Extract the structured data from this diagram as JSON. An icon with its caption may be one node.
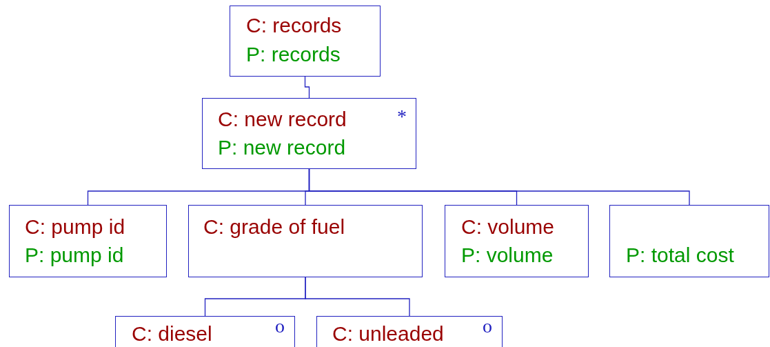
{
  "diagram": {
    "nodes": [
      {
        "text": [
          "C: records",
          "P: records"
        ]
      },
      {
        "text": [
          "C: new record",
          "P: new record",
          "*"
        ]
      },
      {
        "text": [
          "C: pump id",
          "P: pump id"
        ]
      },
      {
        "text": [
          "C: grade of fuel"
        ]
      },
      {
        "text": [
          "C: volume",
          "P: volume"
        ]
      },
      {
        "text": [
          "P: total cost"
        ]
      },
      {
        "text": [
          "C: diesel",
          "o"
        ]
      },
      {
        "text": [
          "C: unleaded",
          "o"
        ]
      }
    ],
    "edges": [
      {
        "from": 0,
        "to": 1,
        "arrow": "none"
      },
      {
        "from": 1,
        "to": 2,
        "arrow": "none"
      },
      {
        "from": 1,
        "to": 3,
        "arrow": "none"
      },
      {
        "from": 1,
        "to": 4,
        "arrow": "none"
      },
      {
        "from": 1,
        "to": 5,
        "arrow": "none"
      },
      {
        "from": 3,
        "to": 6,
        "arrow": "none"
      },
      {
        "from": 3,
        "to": 7,
        "arrow": "none"
      }
    ]
  }
}
